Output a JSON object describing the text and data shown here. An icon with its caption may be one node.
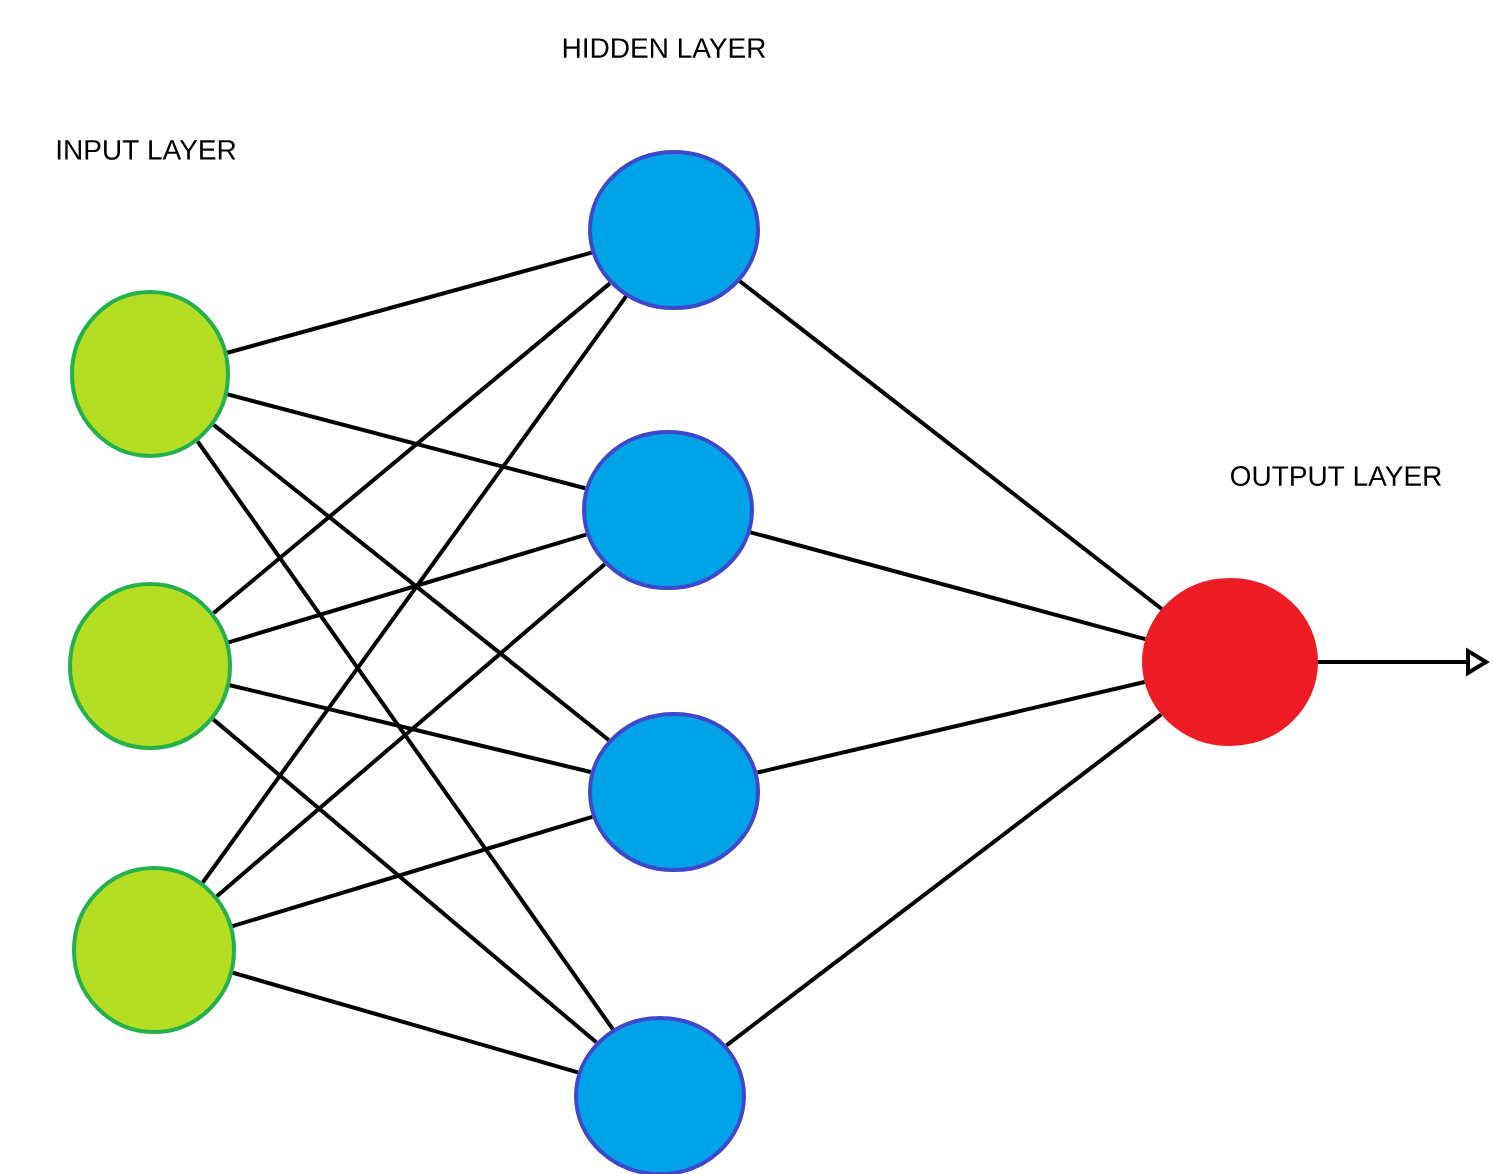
{
  "diagram": {
    "nodes": [
      {
        "text": [],
        "shape": "circle"
      },
      {
        "text": [],
        "shape": "circle"
      },
      {
        "text": [],
        "shape": "circle"
      },
      {
        "text": [],
        "shape": "circle"
      },
      {
        "text": [],
        "shape": "circle"
      },
      {
        "text": [],
        "shape": "circle"
      },
      {
        "text": [],
        "shape": "circle"
      },
      {
        "text": [],
        "shape": "circle"
      }
    ],
    "edges": [
      {
        "from": 0,
        "to": 3,
        "arrow": "none"
      },
      {
        "from": 0,
        "to": 4,
        "arrow": "none"
      },
      {
        "from": 0,
        "to": 5,
        "arrow": "none"
      },
      {
        "from": 0,
        "to": 6,
        "arrow": "none"
      },
      {
        "from": 1,
        "to": 3,
        "arrow": "none"
      },
      {
        "from": 1,
        "to": 4,
        "arrow": "none"
      },
      {
        "from": 1,
        "to": 5,
        "arrow": "none"
      },
      {
        "from": 1,
        "to": 6,
        "arrow": "none"
      },
      {
        "from": 2,
        "to": 3,
        "arrow": "none"
      },
      {
        "from": 2,
        "to": 4,
        "arrow": "none"
      },
      {
        "from": 2,
        "to": 5,
        "arrow": "none"
      },
      {
        "from": 2,
        "to": 6,
        "arrow": "none"
      },
      {
        "from": 3,
        "to": 7,
        "arrow": "none"
      },
      {
        "from": 4,
        "to": 7,
        "arrow": "none"
      },
      {
        "from": 5,
        "to": 7,
        "arrow": "none"
      },
      {
        "from": 6,
        "to": 7,
        "arrow": "none"
      },
      {
        "from": 7,
        "to": null,
        "arrow": "to"
      }
    ],
    "labels": [
      "HIDDEN LAYER",
      "INPUT LAYER",
      "OUTPUT LAYER"
    ]
  }
}
